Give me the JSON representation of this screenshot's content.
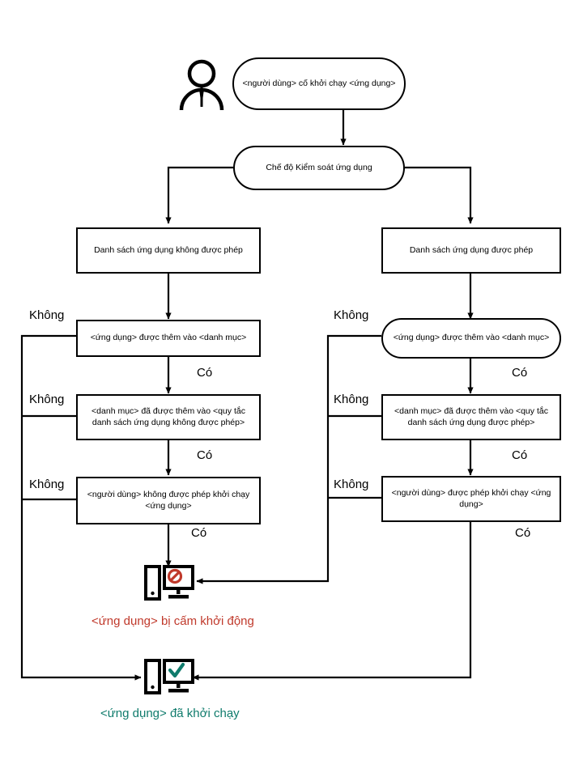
{
  "diagram": {
    "title": "Application Control mode decision flow",
    "colors": {
      "stroke": "#000000",
      "blocked_text": "#c0392b",
      "allowed_text": "#0f7b6c",
      "background": "#ffffff"
    },
    "actor": {
      "icon": "user-person-icon"
    },
    "nodes": {
      "start": {
        "id": "start",
        "shape": "pill",
        "label": "<người dùng> cố khởi chạy <ứng dụng>"
      },
      "mode": {
        "id": "mode",
        "shape": "pill",
        "label": "Chế độ Kiểm soát ứng dụng"
      },
      "denylist": {
        "id": "denylist",
        "shape": "rect",
        "label": "Danh sách ứng dụng không được phép"
      },
      "allowlist": {
        "id": "allowlist",
        "shape": "rect",
        "label": "Danh sách ứng dụng được phép"
      },
      "deny_q1": {
        "id": "deny_q1",
        "shape": "rect",
        "label": "<ứng dụng> được thêm vào <danh mục>"
      },
      "allow_q1": {
        "id": "allow_q1",
        "shape": "pill",
        "label": "<ứng dụng> được thêm vào <danh mục>"
      },
      "deny_q2": {
        "id": "deny_q2",
        "shape": "rect",
        "label": "<danh mục> đã được thêm vào <quy tắc danh sách ứng dụng không được phép>"
      },
      "allow_q2": {
        "id": "allow_q2",
        "shape": "rect",
        "label": "<danh mục> đã được thêm vào <quy tắc danh sách ứng dụng được phép>"
      },
      "deny_q3": {
        "id": "deny_q3",
        "shape": "rect",
        "label": "<người dùng> không được phép khởi chạy <ứng dụng>"
      },
      "allow_q3": {
        "id": "allow_q3",
        "shape": "rect",
        "label": "<người dùng> được phép khởi chạy <ứng dụng>"
      }
    },
    "edge_labels": {
      "no": "Không",
      "yes": "Có"
    },
    "branches": {
      "deny_q1_no": "Không",
      "deny_q1_yes": "Có",
      "deny_q2_no": "Không",
      "deny_q2_yes": "Có",
      "deny_q3_no": "Không",
      "deny_q3_yes": "Có",
      "allow_q1_no": "Không",
      "allow_q1_yes": "Có",
      "allow_q2_no": "Không",
      "allow_q2_yes": "Có",
      "allow_q3_no": "Không",
      "allow_q3_yes": "Có"
    },
    "outcomes": {
      "blocked": {
        "icon": "computer-blocked-icon",
        "label": "<ứng dụng> bị cấm khởi động",
        "color": "#c0392b"
      },
      "allowed": {
        "icon": "computer-allowed-icon",
        "label": "<ứng dụng> đã khởi chạy",
        "color": "#0f7b6c"
      }
    }
  }
}
